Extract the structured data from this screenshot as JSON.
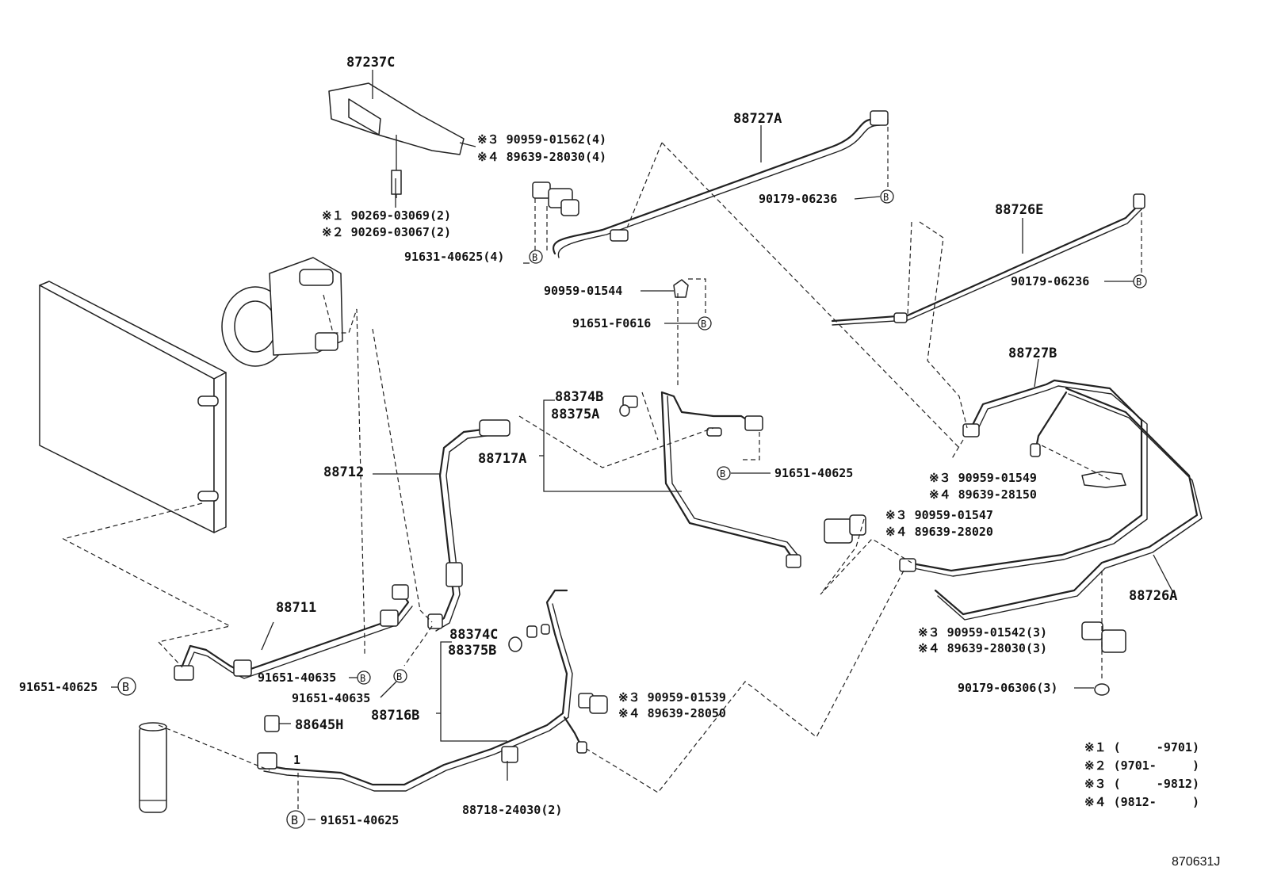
{
  "labels": {
    "p87237C": "87237C",
    "p88727A": "88727A",
    "p88726E": "88726E",
    "p88727B": "88727B",
    "p88726A": "88726A",
    "p88374B": "88374B",
    "p88375A": "88375A",
    "p88717A": "88717A",
    "p88712": "88712",
    "p88711": "88711",
    "p88374C": "88374C",
    "p88375B": "88375B",
    "p88716B": "88716B",
    "p88645H": "88645H",
    "s3_01562": "※３ 90959-01562(4)",
    "s4_28030a": "※４ 89639-28030(4)",
    "s1_03069": "※１ 90269-03069(2)",
    "s2_03067": "※２ 90269-03067(2)",
    "p91631": "91631-40625(4)",
    "p90179_a": "90179-06236",
    "p90179_b": "90179-06236",
    "p90959_01544": "90959-01544",
    "p91651_F0616": "91651-F0616",
    "p91651_a": "91651-40625",
    "s3_01549": "※３ 90959-01549",
    "s4_28150": "※４ 89639-28150",
    "s3_01547": "※３ 90959-01547",
    "s4_28020": "※４ 89639-28020",
    "s3_01542": "※３ 90959-01542(3)",
    "s4_28030b": "※４ 89639-28030(3)",
    "p90179_06306": "90179-06306(3)",
    "p91651_left": "91651-40625",
    "p91651_40635a": "91651-40635",
    "p91651_40635b": "91651-40635",
    "s3_01539": "※３ 90959-01539",
    "s4_28050": "※４ 89639-28050",
    "p88718": "88718-24030(2)",
    "p91651_bottom": "91651-40625",
    "one": "1",
    "circle_b": "B"
  },
  "notes": [
    "※１ (     -9701)",
    "※２ (9701-     )",
    "※３ (     -9812)",
    "※４ (9812-     )"
  ],
  "figure_id": "870631J"
}
